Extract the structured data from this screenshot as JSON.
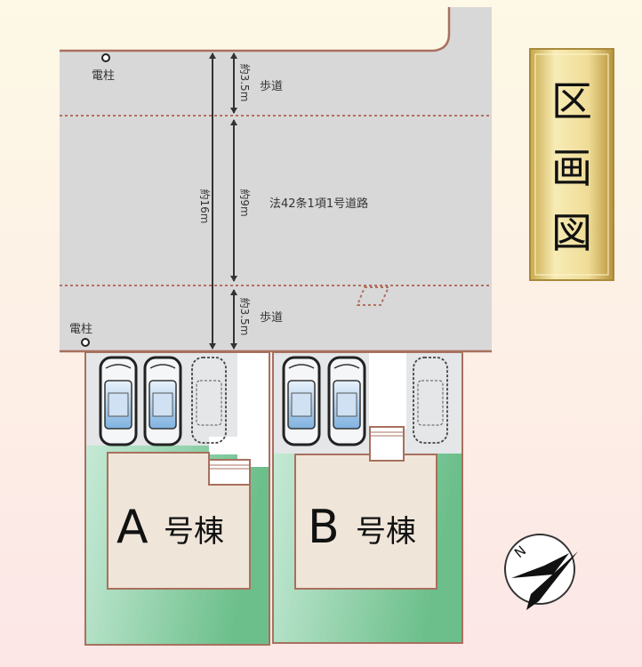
{
  "title": "区画図",
  "title_chars": [
    "区",
    "画",
    "図"
  ],
  "road": {
    "pole_label_top": "電柱",
    "pole_label_bottom": "電柱",
    "sidewalk_top": "歩道",
    "sidewalk_bottom": "歩道",
    "road_type": "法42条1項1号道路",
    "total_width": "約16m",
    "sidewalk_top_width": "約3.5m",
    "carriageway_width": "約9m",
    "sidewalk_bottom_width": "約3.5m"
  },
  "lots": [
    {
      "letter": "A",
      "suffix": "号棟"
    },
    {
      "letter": "B",
      "suffix": "号棟"
    }
  ],
  "compass": {
    "label": "N"
  },
  "colors": {
    "road": "#d8d8d8",
    "boundary": "#a8705f",
    "garden": "#6fc08e",
    "building": "#efe5d8",
    "title_bg": "#e6cf7a"
  }
}
